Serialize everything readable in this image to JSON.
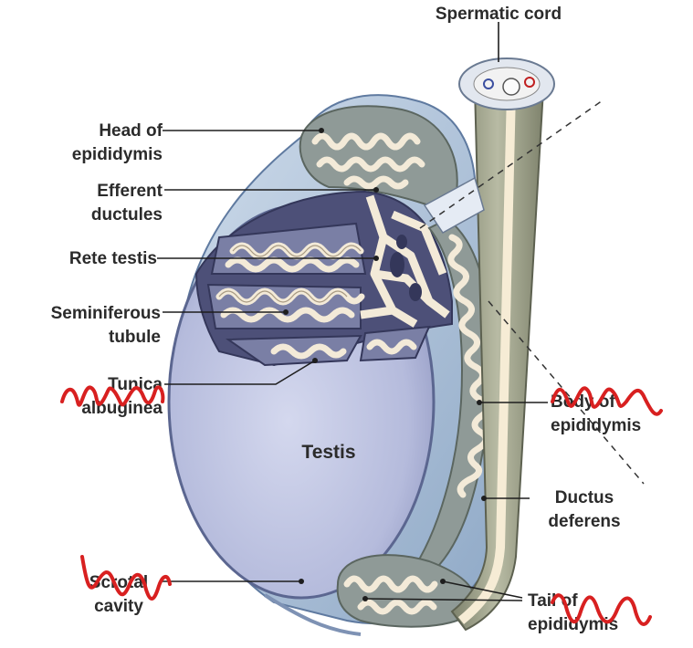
{
  "title_label": "Spermatic cord",
  "labels": {
    "head_epididymis": [
      "Head of",
      "epididymis"
    ],
    "efferent_ductules": [
      "Efferent",
      "ductules"
    ],
    "rete_testis": "Rete testis",
    "seminiferous_tubule": [
      "Seminiferous",
      "tubule"
    ],
    "tunica_albuginea": [
      "Tunica",
      "albuginea"
    ],
    "testis": "Testis",
    "body_epididymis": [
      "Body of",
      "epididymis"
    ],
    "ductus_deferens": [
      "Ductus",
      "deferens"
    ],
    "scrotal_cavity": [
      "Scrotal",
      "cavity"
    ],
    "tail_epididymis": [
      "Tail of",
      "epididymis"
    ]
  },
  "colors": {
    "testis_fill": "#b9bede",
    "tunica": "#8fa6c8",
    "tubule": "#f2e9d6",
    "cord": "#9a9e88",
    "annotation_scribble": "#d82020"
  }
}
